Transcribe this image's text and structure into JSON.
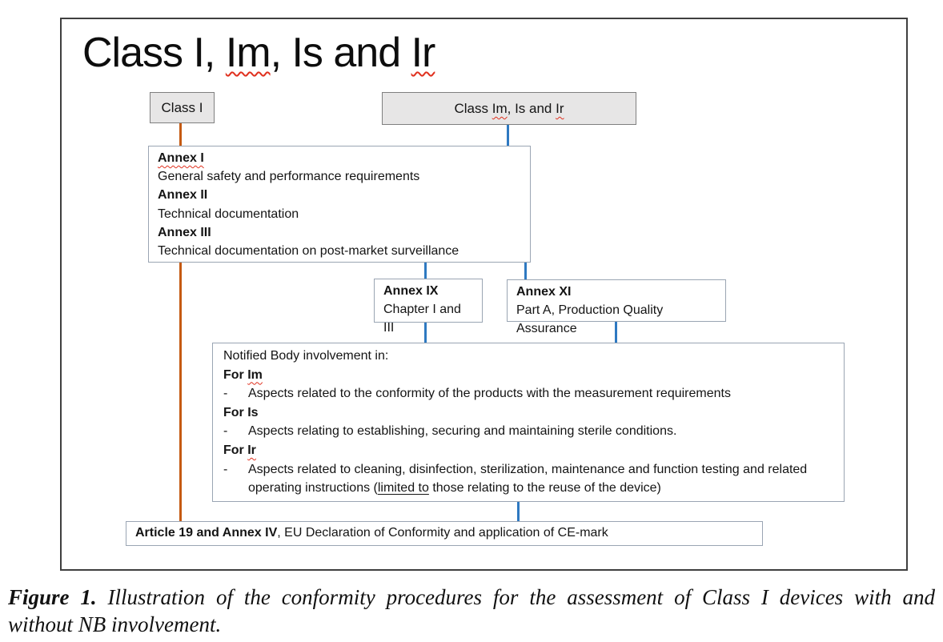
{
  "title": {
    "t1": "Class I, ",
    "t2": "Im",
    "t3": ", Is and ",
    "t4": "Ir"
  },
  "class_i_box": {
    "label": "Class I"
  },
  "class_im_box": {
    "t1": "Class ",
    "t2": "Im",
    "t3": ", Is and ",
    "t4": "Ir"
  },
  "annex_box": {
    "items": [
      {
        "title": "Annex I",
        "desc": "General safety and performance requirements"
      },
      {
        "title": "Annex II",
        "desc": "Technical documentation"
      },
      {
        "title": "Annex III",
        "desc": "Technical documentation on post-market surveillance"
      }
    ]
  },
  "annex_ix_box": {
    "title": "Annex IX",
    "desc": "Chapter I and III"
  },
  "annex_xi_box": {
    "title": "Annex XI",
    "desc": "Part A, Production Quality Assurance"
  },
  "notified_box": {
    "intro": "Notified Body involvement in:",
    "dash": "-",
    "for_im": {
      "t1": "For ",
      "t2": "Im"
    },
    "bullet_im": "Aspects related to the conformity of the products with the measurement requirements",
    "for_is": "For Is",
    "bullet_is": "Aspects relating to establishing, securing and maintaining sterile conditions.",
    "for_ir": {
      "t1": "For ",
      "t2": "Ir"
    },
    "bullet_ir": {
      "t1": "Aspects related to cleaning, disinfection, sterilization, maintenance and function testing and related operating instructions (",
      "t2": "limited to",
      "t3": " those relating to the reuse of the device)"
    }
  },
  "article_box": {
    "t1": "Article 19 and Annex IV",
    "t2": ", EU Declaration of Conformity and application of CE-mark"
  },
  "caption": {
    "line1_bold": "Figure 1.",
    "line1_rest": " Illustration of the conformity procedures for the assessment of Class I devices with and",
    "line2": "without NB involvement."
  },
  "colors": {
    "class_line_orange": "#C55A11",
    "nb_line_blue": "#2E79C1",
    "box_fill_gray": "#E7E6E6",
    "squiggle_red": "#E0301E"
  }
}
